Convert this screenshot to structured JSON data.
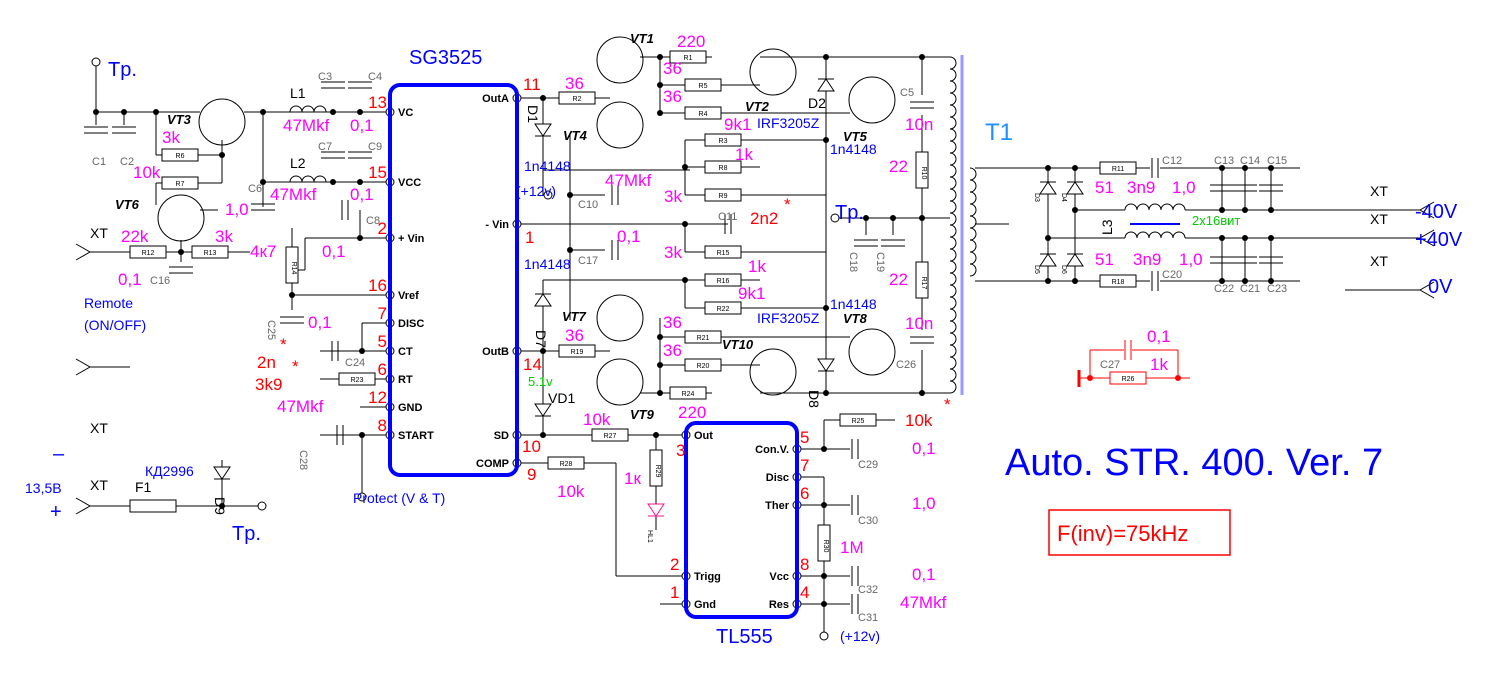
{
  "titles": {
    "main": "Auto. STR. 400. Ver. 7",
    "freq": "F(inv)=75kHz",
    "t1": "T1",
    "sg3525": "SG3525",
    "tl555": "TL555"
  },
  "sg3525": {
    "left_pins": [
      {
        "name": "VC",
        "num": "13"
      },
      {
        "name": "VCC",
        "num": "15"
      },
      {
        "name": "+ Vin",
        "num": "2"
      },
      {
        "name": "Vref",
        "num": "16"
      },
      {
        "name": "DISC",
        "num": "7"
      },
      {
        "name": "CT",
        "num": "5"
      },
      {
        "name": "RT",
        "num": "6"
      },
      {
        "name": "GND",
        "num": "12"
      },
      {
        "name": "START",
        "num": "8"
      }
    ],
    "right_pins": [
      {
        "name": "OutA",
        "num": "11"
      },
      {
        "name": "- Vin",
        "num": "1"
      },
      {
        "name": "OutB",
        "num": "14"
      },
      {
        "name": "SD",
        "num": "10"
      },
      {
        "name": "COMP",
        "num": "9"
      }
    ]
  },
  "tl555": {
    "left_pins": [
      {
        "name": "Out",
        "num": "3"
      },
      {
        "name": "Trigg",
        "num": "2"
      },
      {
        "name": "Gnd",
        "num": "1"
      }
    ],
    "right_pins": [
      {
        "name": "Con.V.",
        "num": "5"
      },
      {
        "name": "Disc",
        "num": "7"
      },
      {
        "name": "Ther",
        "num": "6"
      },
      {
        "name": "Vcc",
        "num": "8"
      },
      {
        "name": "Res",
        "num": "4"
      }
    ]
  },
  "values": [
    "3k",
    "10k",
    "47Mkf",
    "0,1",
    "47Mkf",
    "0,1",
    "1,0",
    "22k",
    "3k",
    "4к7",
    "0,1",
    "0,1",
    "0,1",
    "47Mkf",
    "220",
    "36",
    "36",
    "36",
    "9k1",
    "1k",
    "47Mkf",
    "3k",
    "0,1",
    "3k",
    "1k",
    "9k1",
    "36",
    "36",
    "36",
    "22",
    "10n",
    "22",
    "10n",
    "220",
    "10k",
    "1к",
    "10k",
    "1M",
    "0,1",
    "1,0",
    "0,1",
    "47Mkf",
    "51",
    "3n9",
    "1,0",
    "51",
    "3n9",
    "1,0",
    "0,1",
    "1k"
  ],
  "red_values": [
    "2n2",
    "2n",
    "3k9",
    "10k",
    "*",
    "*",
    "*",
    "*"
  ],
  "notes": [
    "1n4148",
    "(+12v)",
    "1n4148",
    "IRF3205Z",
    "1n4148",
    "IRF3205Z",
    "1n4148",
    "Remote",
    "(ON/OFF)",
    "13,5В",
    "КД2996",
    "Protect (V & T)",
    "(+12v)"
  ],
  "large_notes": [
    "Tp.",
    "Tp.",
    "Tp.",
    "-40V",
    "+40V",
    "0V",
    "–",
    "+"
  ],
  "green_notes": [
    "5.1v",
    "2x16вит"
  ],
  "transistors": [
    "VT1",
    "VT2",
    "VT3",
    "VT4",
    "VT5",
    "VT6",
    "VT7",
    "VT8",
    "VT9",
    "VT10"
  ],
  "resistors": [
    "R1",
    "R2",
    "R5",
    "R4",
    "R3",
    "R8",
    "R9",
    "R15",
    "R16",
    "R22",
    "R21",
    "R19",
    "R20",
    "R24",
    "R6",
    "R7",
    "R12",
    "R13",
    "R14",
    "R23",
    "R27",
    "R28",
    "R29",
    "R25",
    "R30",
    "R10",
    "R17",
    "R11",
    "R18",
    "R26"
  ],
  "capacitors": [
    "C1",
    "C2",
    "C3",
    "C4",
    "C7",
    "C9",
    "C6",
    "C8",
    "C16",
    "C25",
    "C24",
    "C28",
    "C10",
    "C11",
    "C17",
    "C18",
    "C19",
    "C5",
    "C26",
    "C12",
    "C13",
    "C14",
    "C15",
    "C20",
    "C22",
    "C21",
    "C23",
    "C27",
    "C29",
    "C30",
    "C32",
    "C31"
  ],
  "diodes": [
    "D1",
    "D2",
    "D7",
    "D8",
    "D9",
    "VD1",
    "D3",
    "D4",
    "D5",
    "D6",
    "HL1"
  ],
  "inductors": [
    "L1",
    "L2",
    "L3"
  ],
  "connectors": [
    "XT",
    "XT",
    "XT",
    "XT",
    "XT",
    "XT"
  ],
  "fuse": "F1",
  "colors": {
    "ic_outline": "#0000ff",
    "values": "#ff00ff",
    "pin_numbers": "#ff0000",
    "transformer_bar": "#9999ff",
    "snubber": "#ff0000"
  }
}
